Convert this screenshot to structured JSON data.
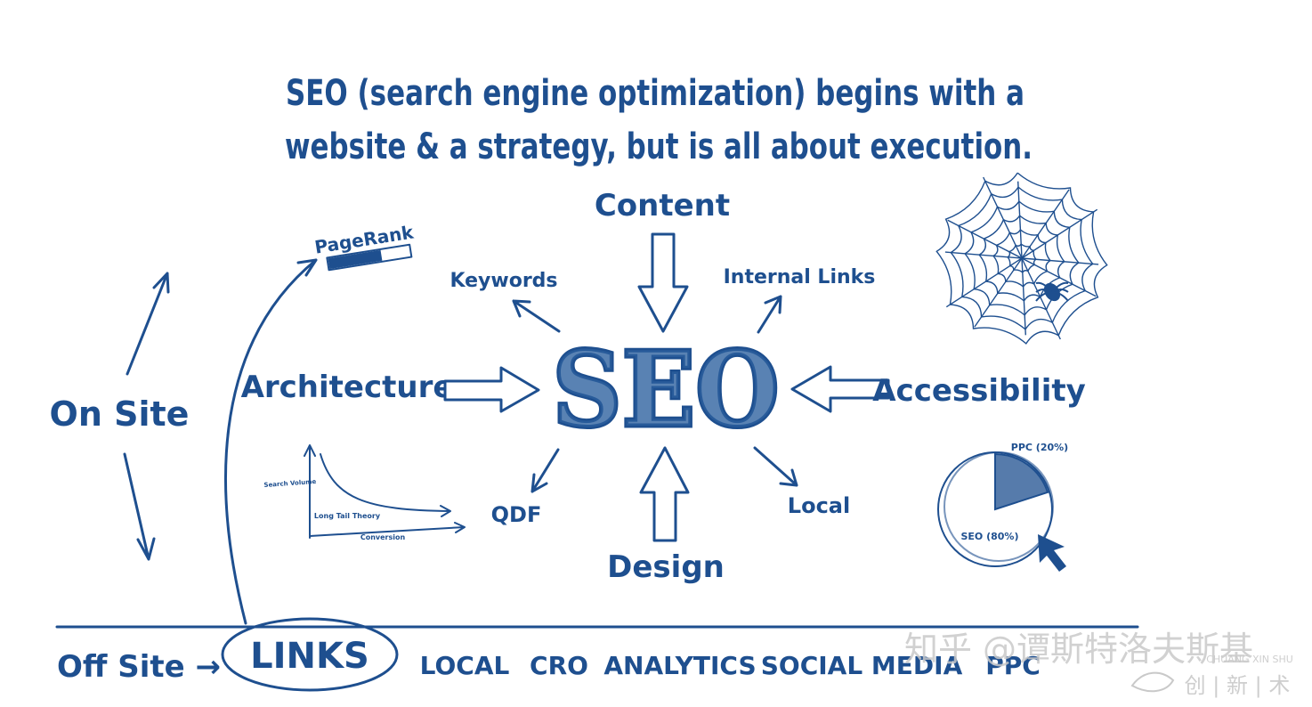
{
  "headline": {
    "line1": "SEO (search engine optimization) begins with a",
    "line2": "website & a strategy, but is all about execution."
  },
  "center": {
    "label": "SEO"
  },
  "nodes": {
    "content": "Content",
    "keywords": "Keywords",
    "internal_links": "Internal Links",
    "architecture": "Architecture",
    "accessibility": "Accessibility",
    "qdf": "QDF",
    "local": "Local",
    "design": "Design"
  },
  "left": {
    "on_site": "On Site",
    "off_site": "Off Site →"
  },
  "pagerank": {
    "label": "PageRank",
    "fill_fraction": 0.65
  },
  "long_tail": {
    "y_axis": "Search Volume",
    "curve_label": "Long Tail Theory",
    "x_axis": "Conversion"
  },
  "pie": {
    "ppc_label": "PPC (20%)",
    "seo_label": "SEO (80%)",
    "ppc_fraction": 0.2
  },
  "bottom": {
    "links": "LINKS",
    "items": [
      "LOCAL",
      "CRO",
      "ANALYTICS",
      "SOCIAL MEDIA",
      "PPC"
    ]
  },
  "watermark": {
    "line1": "知乎 @谭斯特洛夫斯基",
    "line2": "CHUANG XIN SHU",
    "line3": "创 | 新 | 术"
  },
  "colors": {
    "ink": "#1e4f8f",
    "watermark": "#c9c9c9"
  }
}
